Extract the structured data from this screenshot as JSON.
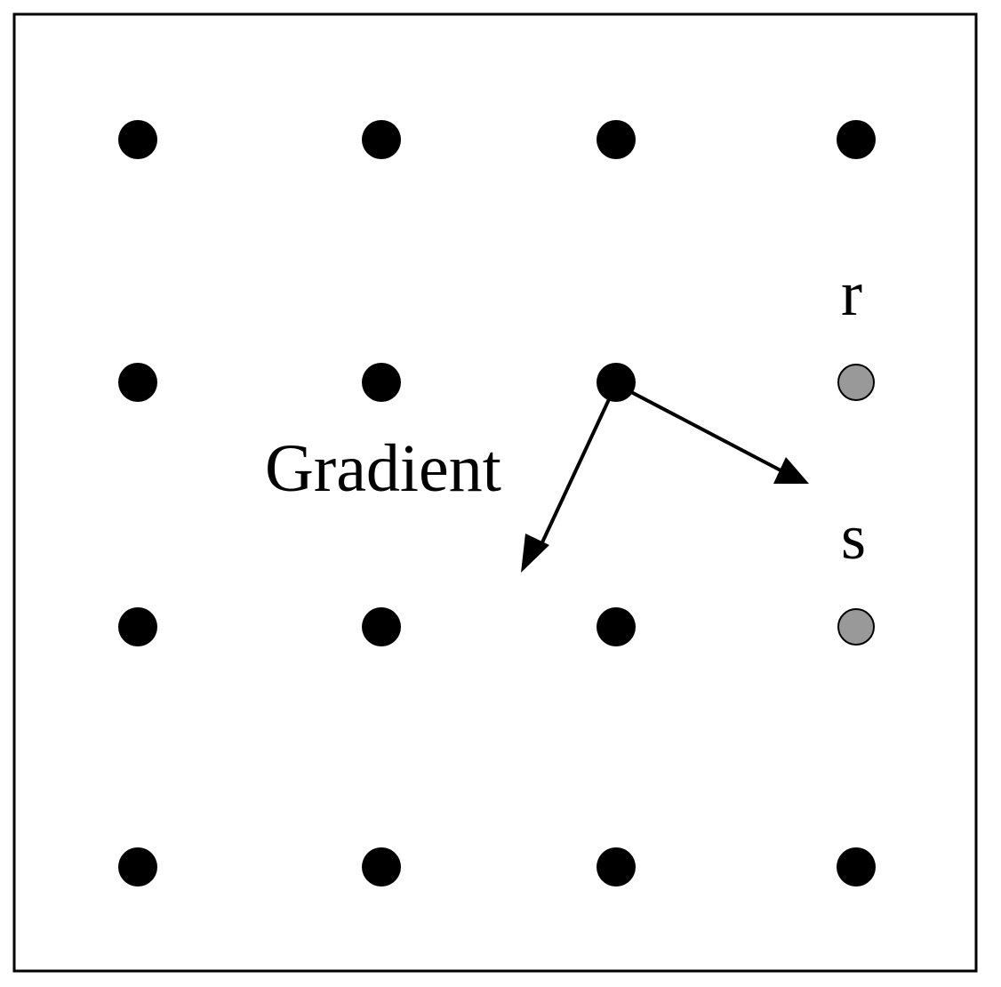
{
  "diagram": {
    "labels": {
      "gradient": "Gradient",
      "r": "r",
      "s": "s"
    },
    "grid": {
      "rows": 4,
      "cols": 4
    },
    "highlighted_nodes": [
      {
        "row": 1,
        "col": 3,
        "label_key": "r"
      },
      {
        "row": 2,
        "col": 3,
        "label_key": "s"
      }
    ],
    "colors": {
      "border": "#000000",
      "node": "#000000",
      "highlight_node": "#999999",
      "arrow": "#000000",
      "background": "#ffffff"
    }
  }
}
